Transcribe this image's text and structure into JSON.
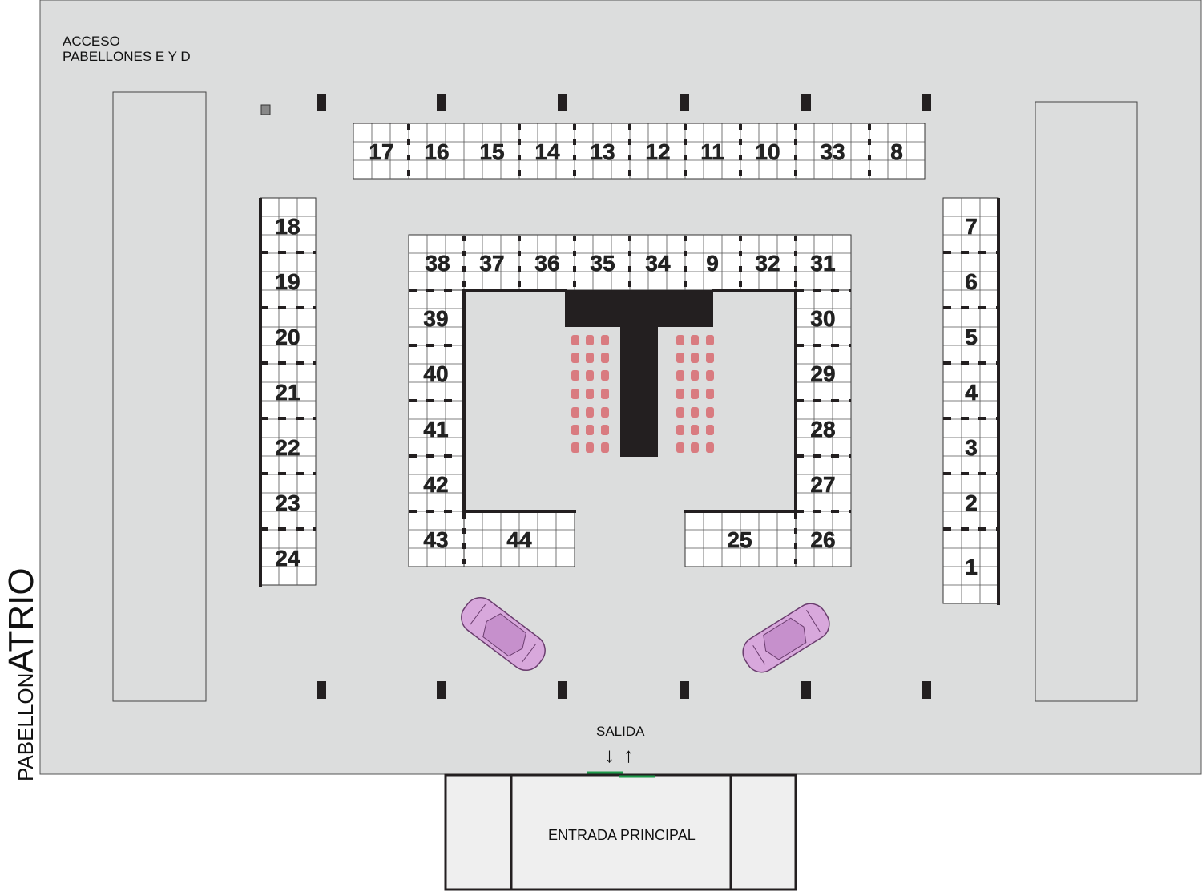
{
  "labels": {
    "access_line1": "ACCESO",
    "access_line2": "PABELLONES E Y D",
    "pavilion_small": "PABELLON",
    "pavilion_large": "ATRIO",
    "exit": "SALIDA",
    "main_entrance": "ENTRADA PRINCIPAL",
    "arrow_down": "↓",
    "arrow_up": "↑"
  },
  "colors": {
    "floor": "#dcdddd",
    "booth": "#ffffff",
    "wall": "#231f20",
    "seat": "#d97b80",
    "car": "#d8a8dc",
    "door": "#1f9a4b"
  },
  "booths": {
    "top_row": [
      "17",
      "16",
      "15",
      "14",
      "13",
      "12",
      "11",
      "10",
      "33",
      "8"
    ],
    "left_column": [
      "18",
      "19",
      "20",
      "21",
      "22",
      "23",
      "24"
    ],
    "right_column": [
      "7",
      "6",
      "5",
      "4",
      "3",
      "2",
      "1"
    ],
    "inner_top": [
      "38",
      "37",
      "36",
      "35",
      "34",
      "9",
      "32",
      "31"
    ],
    "inner_left": [
      "39",
      "40",
      "41",
      "42",
      "43"
    ],
    "inner_right": [
      "30",
      "29",
      "28",
      "27",
      "26"
    ],
    "inner_bottom_left": [
      "44"
    ],
    "inner_bottom_right": [
      "25"
    ]
  }
}
